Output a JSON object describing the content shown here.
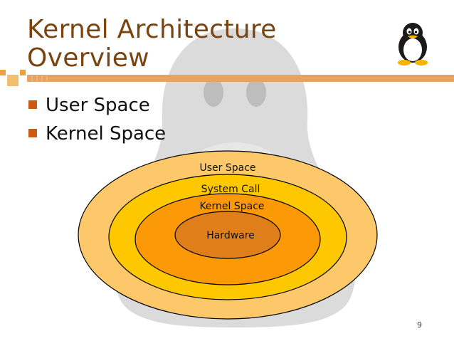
{
  "slide": {
    "title_line1": "Kernel Architecture",
    "title_line2": "Overview",
    "bullets": [
      "User Space",
      "Kernel Space"
    ],
    "page_number": "9"
  },
  "diagram": {
    "layers": [
      {
        "label": "User Space",
        "color": "#fdc86a"
      },
      {
        "label": "System Call",
        "color": "#fdc800"
      },
      {
        "label": "Kernel Space",
        "color": "#fb9a06"
      },
      {
        "label": "Hardware",
        "color": "#e07f1a"
      }
    ]
  },
  "colors": {
    "title": "#7a4410",
    "bullet": "#cc5a10",
    "accent_bar": "#e3a466",
    "outline": "#000000"
  },
  "icons": {
    "logo": "tux-penguin-icon",
    "background": "tux-penguin-watermark"
  }
}
